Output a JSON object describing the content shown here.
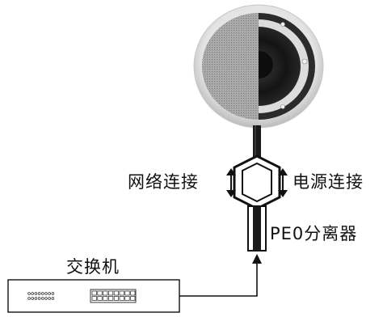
{
  "labels": {
    "network": "网络连接",
    "power": "电源连接",
    "splitter": "PE0分离器",
    "switch": "交换机"
  },
  "colors": {
    "line": "#111111",
    "grille_dark": "#1a1a1a",
    "grille_light": "#bdbdbd",
    "rim": "#e6e6e6"
  }
}
